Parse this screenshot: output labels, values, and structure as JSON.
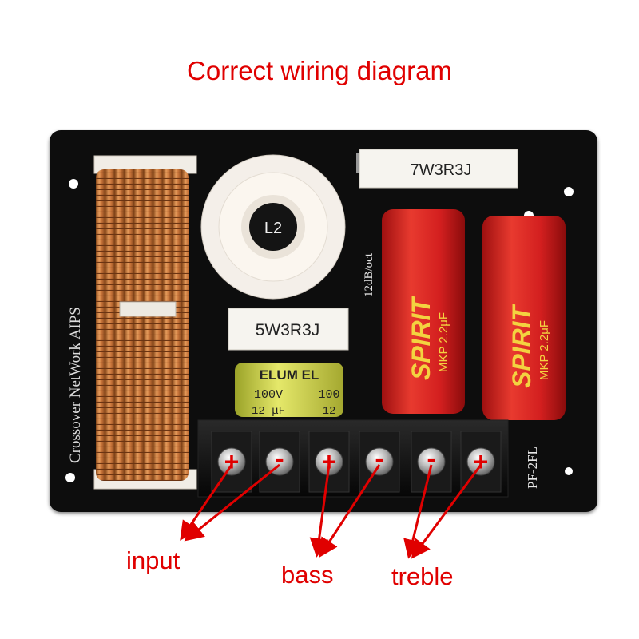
{
  "title": "Correct wiring diagram",
  "board": {
    "side_text": "Crossover NetWork AIPS",
    "slope_text": "12dB/oct",
    "model_text": "PF-2FL",
    "inductor_label": "L2",
    "resistor_large": "7W3R3J",
    "resistor_small": "5W3R3J",
    "elec_cap": {
      "brand": "ELUM EL",
      "voltage": "100V",
      "voltage_2": "100",
      "value": "12 μF",
      "value_2": "12"
    },
    "film_cap": {
      "brand": "SPIRIT",
      "spec": "MKP 2.2μF"
    }
  },
  "terminals": [
    "+",
    "-",
    "+",
    "-",
    "-",
    "+"
  ],
  "labels": {
    "input": "input",
    "bass": "bass",
    "treble": "treble"
  },
  "colors": {
    "annotation": "#e00000",
    "board": "#0d0d0d",
    "copper": "#c8743a",
    "capacitor_red": "#d31f1f"
  }
}
